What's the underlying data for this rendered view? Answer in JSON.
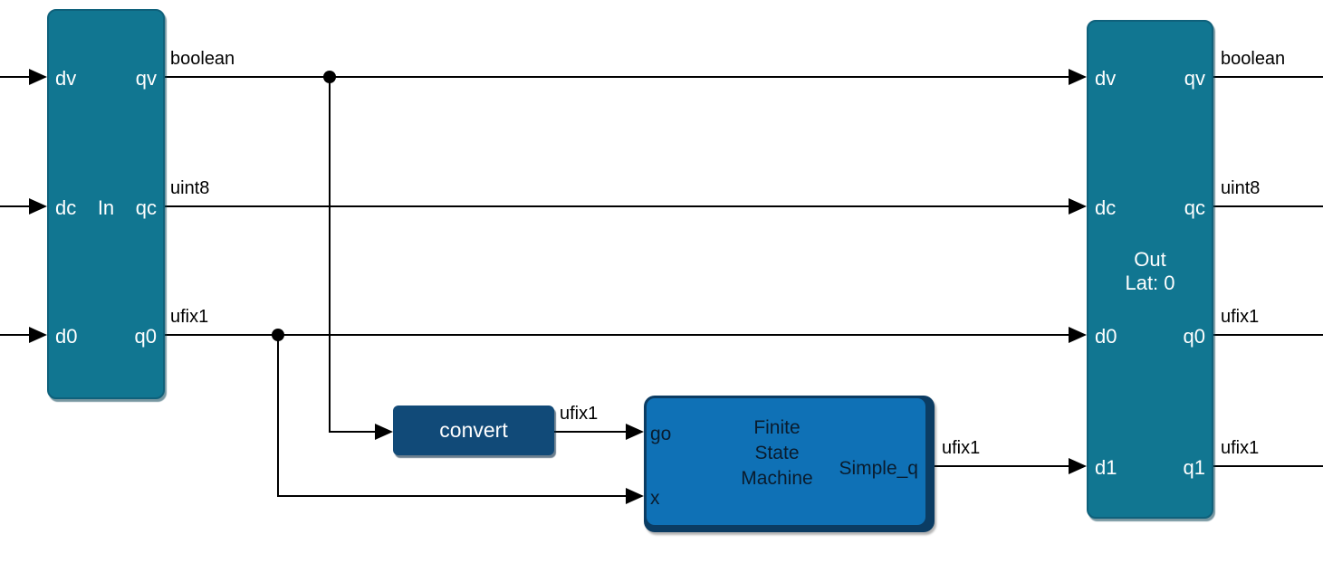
{
  "diagram": {
    "blocks": {
      "in": {
        "title": "In",
        "rows": [
          {
            "left": "dv",
            "right": "qv"
          },
          {
            "left": "dc",
            "right": "qc"
          },
          {
            "left": "d0",
            "right": "q0"
          }
        ]
      },
      "out": {
        "title": "Out",
        "latency": "Lat: 0",
        "rows": [
          {
            "left": "dv",
            "right": "qv"
          },
          {
            "left": "dc",
            "right": "qc"
          },
          {
            "left": "d0",
            "right": "q0"
          },
          {
            "left": "d1",
            "right": "q1"
          }
        ]
      },
      "convert": {
        "label": "convert"
      },
      "fsm": {
        "title_line1": "Finite",
        "title_line2": "State",
        "title_line3": "Machine",
        "port_go": "go",
        "port_x": "x",
        "output_label": "Simple_q"
      }
    },
    "wire_labels": {
      "in_qv": "boolean",
      "in_qc": "uint8",
      "in_q0": "ufix1",
      "convert_out": "ufix1",
      "fsm_out": "ufix1",
      "out_qv": "boolean",
      "out_qc": "uint8",
      "out_q0": "ufix1",
      "out_q1": "ufix1"
    },
    "colors": {
      "io_block_fill": "#117691",
      "io_block_border": "#0f617b",
      "convert_fill": "#114a78",
      "fsm_fill": "#0f71b6",
      "fsm_border": "#0b3c63",
      "block_text": "#ffffff",
      "fsm_text": "#0a1c2e",
      "wire": "#000000",
      "label_text": "#000000",
      "background": "#ffffff"
    }
  }
}
